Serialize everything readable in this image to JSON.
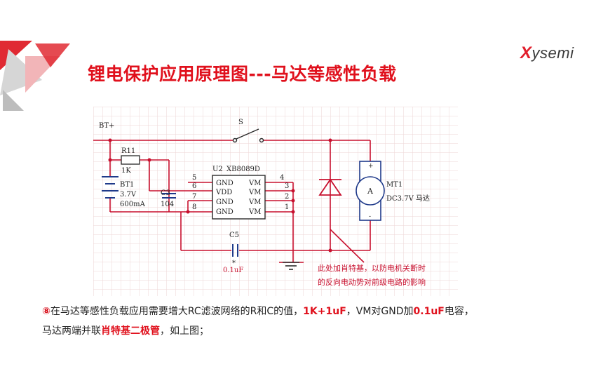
{
  "slide": {
    "title": "锂电保护应用原理图---马达等感性负载",
    "logo_mark": "X",
    "logo_rest": "ysemi"
  },
  "schematic": {
    "bt_plus": "BT+",
    "switch": "S",
    "r11": "R11",
    "r11_value": "1K",
    "u2": "U2",
    "part": "XB8089D",
    "bt1": "BT1",
    "bt1_voltage": "3.7V",
    "bt1_capacity": "600mA",
    "c3": "C3",
    "c3_value": "104",
    "pins_left": [
      "5",
      "6",
      "7",
      "8"
    ],
    "pins_right": [
      "4",
      "3",
      "2",
      "1"
    ],
    "left_names": [
      "GND",
      "VDD",
      "GND",
      "GND"
    ],
    "right_names": [
      "VM",
      "VM",
      "VM",
      "VM"
    ],
    "c5": "C5",
    "c5_value": "0.1uF",
    "c5_mark": "*",
    "motor": "MT1",
    "motor_spec": "DC3.7V 马达",
    "motor_symbol": "A",
    "motor_plus": "+",
    "motor_minus": "-",
    "note_line1": "此处加肖特基，以防电机关断时",
    "note_line2": "的反向电动势对前级电路的影响"
  },
  "caption": {
    "num": "⑧",
    "t1": "在马达等感性负载应用需要增大RC滤波网络的R和C的值，",
    "e1": "1K+1uF",
    "t2": "，VM对GND加",
    "e2": "0.1uF",
    "t3": "电容，",
    "t4": "马达两端并联",
    "e3": "肖特基二极管",
    "t5": "，如上图；"
  },
  "colors": {
    "accent_red": "#e0101c",
    "wire_red": "#c8102e",
    "grid": "#e9cfcf"
  }
}
